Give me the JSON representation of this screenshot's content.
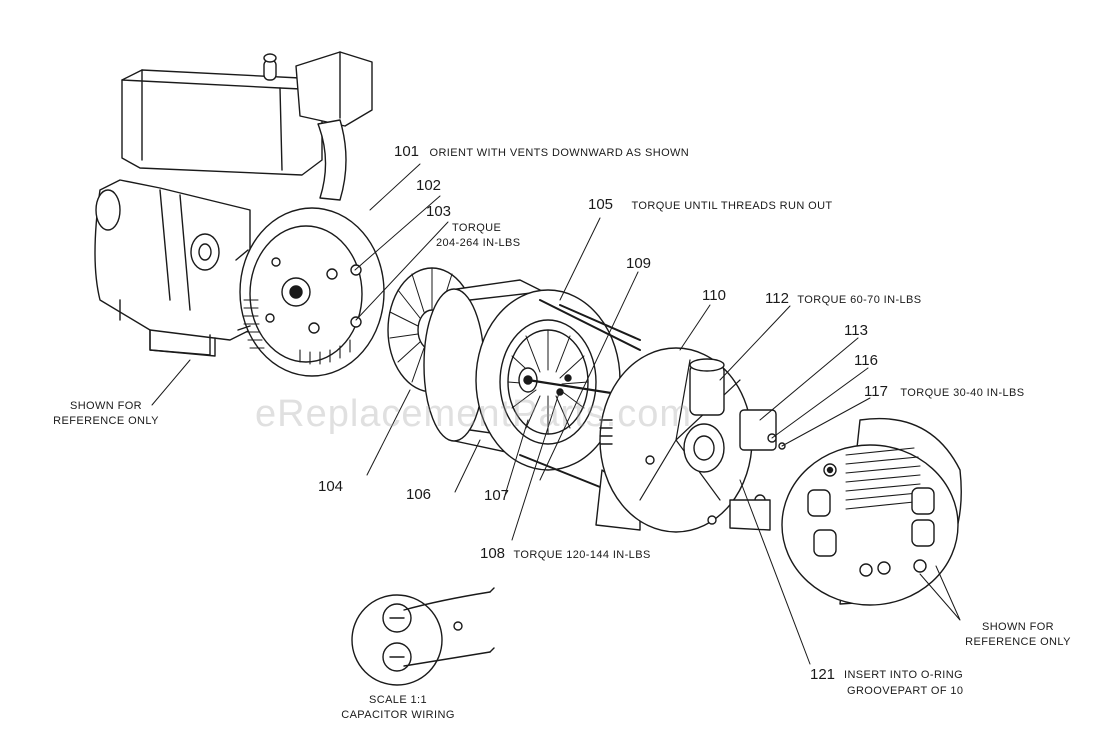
{
  "watermark": "eReplacementParts.com",
  "labels": {
    "p101": {
      "num": "101",
      "note": "ORIENT WITH VENTS DOWNWARD AS SHOWN"
    },
    "p102": {
      "num": "102"
    },
    "p103": {
      "num": "103",
      "note_line1": "TORQUE",
      "note_line2": "204-264 IN-LBS"
    },
    "p104": {
      "num": "104"
    },
    "p105": {
      "num": "105",
      "note": "TORQUE UNTIL THREADS RUN OUT"
    },
    "p106": {
      "num": "106"
    },
    "p107": {
      "num": "107"
    },
    "p108": {
      "num": "108",
      "note": "TORQUE 120-144 IN-LBS"
    },
    "p109": {
      "num": "109"
    },
    "p110": {
      "num": "110"
    },
    "p112": {
      "num": "112",
      "note": "TORQUE 60-70 IN-LBS"
    },
    "p113": {
      "num": "113"
    },
    "p116": {
      "num": "116"
    },
    "p117": {
      "num": "117",
      "note": "TORQUE 30-40 IN-LBS"
    },
    "p121": {
      "num": "121",
      "note_line1": "INSERT INTO O-RING",
      "note_line2": "GROOVEPART OF 10"
    }
  },
  "reference_left": {
    "line1": "SHOWN FOR",
    "line2": "REFERENCE ONLY"
  },
  "reference_right": {
    "line1": "SHOWN FOR",
    "line2": "REFERENCE ONLY"
  },
  "capacitor": {
    "line1": "SCALE 1:1",
    "line2": "CAPACITOR WIRING"
  }
}
